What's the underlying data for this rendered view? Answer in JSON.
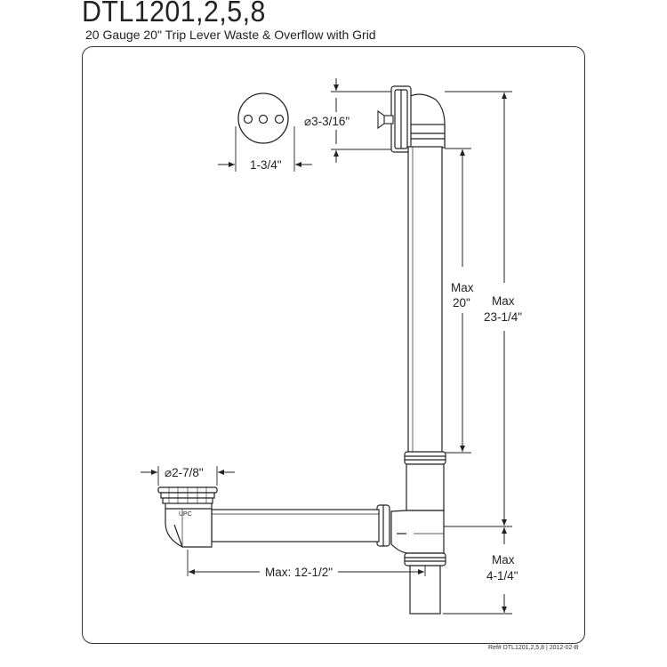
{
  "header": {
    "title": "DTL1201,2,5,8",
    "subtitle": "20 Gauge 20\" Trip Lever Waste & Overflow with Grid"
  },
  "dimensions": {
    "faceplate_diameter": "3-3/16\"",
    "hole_spacing": "1-3/4\"",
    "overflow_tube_max_label": "Max",
    "overflow_tube_max_value": "20\"",
    "overall_height_max_label": "Max",
    "overall_height_max_value": "23-1/4\"",
    "drain_diameter": "2-7/8\"",
    "horizontal_run": "Max: 12-1/2\"",
    "tailpiece_max_label": "Max",
    "tailpiece_max_value": "4-1/4\""
  },
  "marks": {
    "upc": "UPC"
  },
  "footer": {
    "ref": "Ref# DTL1201,2,5,8 | 2012-02-B"
  }
}
